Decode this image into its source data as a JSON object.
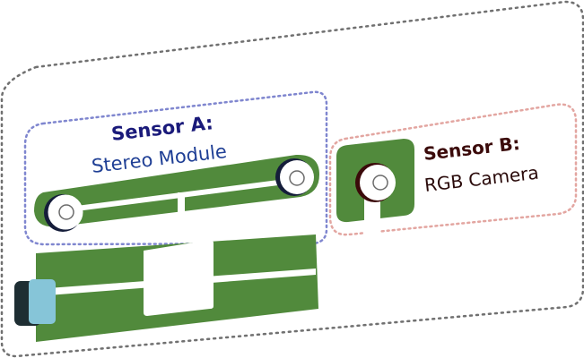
{
  "sensor_a": {
    "title": "Sensor A:",
    "subtitle": "Stereo Module"
  },
  "sensor_b": {
    "title": "Sensor B:",
    "subtitle": "RGB Camera"
  },
  "colors": {
    "board_green": "#518a3c",
    "sensor_a_title": "#1a1a7a",
    "sensor_a_subtitle": "#1f3f95",
    "sensor_a_border": "#7f86cf",
    "sensor_b_title": "#3b0a0a",
    "sensor_b_subtitle": "#2a0a0a",
    "sensor_b_border": "#e3a6a1",
    "outer_border": "#707070",
    "connector_dark": "#1e2e33",
    "connector_light": "#86c5d8"
  }
}
